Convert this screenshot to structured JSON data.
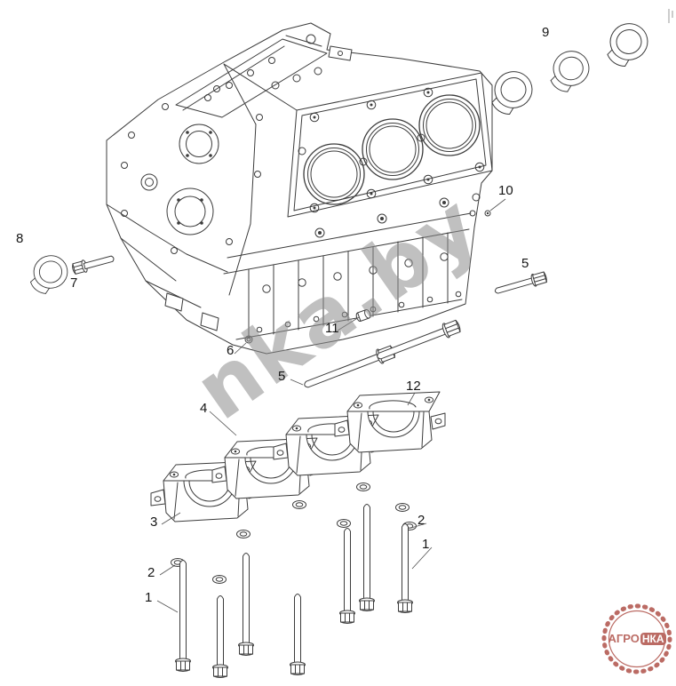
{
  "callouts": [
    {
      "label": "9"
    },
    {
      "label": "10"
    },
    {
      "label": "8"
    },
    {
      "label": "7"
    },
    {
      "label": "5"
    },
    {
      "label": "6"
    },
    {
      "label": "11"
    },
    {
      "label": "5"
    },
    {
      "label": "4"
    },
    {
      "label": "12"
    },
    {
      "label": "3"
    },
    {
      "label": "2"
    },
    {
      "label": "1"
    },
    {
      "label": "2"
    },
    {
      "label": "1"
    }
  ],
  "watermark": {
    "text": "nka.by",
    "color": "#8e8e8e"
  },
  "logo": {
    "prefix": "АГРО",
    "boxed": "НКА",
    "color": "#b0524a"
  },
  "colors": {
    "background": "#ffffff",
    "line": "#3c3c3c"
  }
}
